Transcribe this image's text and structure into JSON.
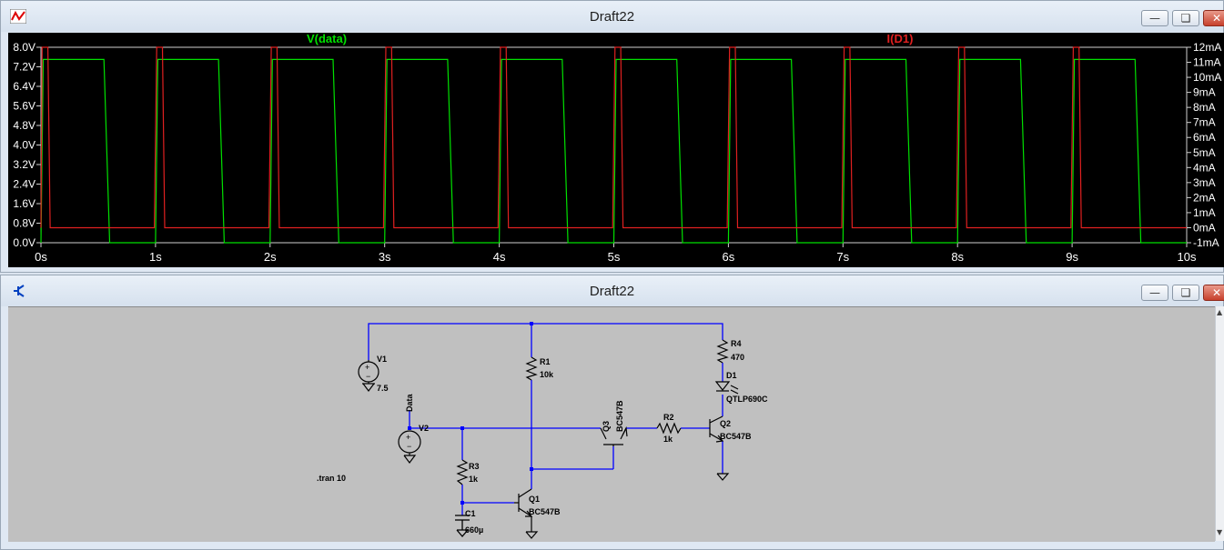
{
  "waveform_window": {
    "title": "Draft22",
    "trace_labels": {
      "left": "V(data)",
      "right": "I(D1)"
    },
    "colors": {
      "vdata": "#00e000",
      "id1": "#e02020",
      "axis": "#d0d0d0",
      "label": "#ffffff"
    }
  },
  "schematic_window": {
    "title": "Draft22",
    "directive": ".tran 10",
    "net_label": "Data",
    "components": {
      "V1": {
        "ref": "V1",
        "value": "7.5"
      },
      "V2": {
        "ref": "V2"
      },
      "R1": {
        "ref": "R1",
        "value": "10k"
      },
      "R2": {
        "ref": "R2",
        "value": "1k"
      },
      "R3": {
        "ref": "R3",
        "value": "1k"
      },
      "R4": {
        "ref": "R4",
        "value": "470"
      },
      "C1": {
        "ref": "C1",
        "value": "660µ"
      },
      "D1": {
        "ref": "D1",
        "value": "QTLP690C"
      },
      "Q1": {
        "ref": "Q1",
        "value": "BC547B"
      },
      "Q2": {
        "ref": "Q2",
        "value": "BC547B"
      },
      "Q3": {
        "ref": "Q3",
        "value": "BC547B"
      }
    },
    "colors": {
      "wire": "#0000ff",
      "part": "#000000",
      "text": "#000000",
      "bg": "#c0c0c0"
    }
  },
  "chart_data": {
    "type": "line",
    "title": "",
    "xlabel": "",
    "ylabel": "",
    "x_ticks": [
      "0s",
      "1s",
      "2s",
      "3s",
      "4s",
      "5s",
      "6s",
      "7s",
      "8s",
      "9s",
      "10s"
    ],
    "y_left_ticks": [
      "8.0V",
      "7.2V",
      "6.4V",
      "5.6V",
      "4.8V",
      "4.0V",
      "3.2V",
      "2.4V",
      "1.6V",
      "0.8V",
      "0.0V"
    ],
    "y_right_ticks": [
      "12mA",
      "11mA",
      "10mA",
      "9mA",
      "8mA",
      "7mA",
      "6mA",
      "5mA",
      "4mA",
      "3mA",
      "2mA",
      "1mA",
      "0mA",
      "-1mA"
    ],
    "xlim": [
      0,
      10
    ],
    "ylim_left": [
      0,
      8.0
    ],
    "ylim_right": [
      -1,
      12
    ],
    "series": [
      {
        "name": "V(data)",
        "axis": "left",
        "x": [
          0,
          0.02,
          0.55,
          0.6,
          1.0,
          1.02,
          1.55,
          1.6,
          2.0,
          2.02,
          2.55,
          2.6,
          3.0,
          3.02,
          3.55,
          3.6,
          4.0,
          4.02,
          4.55,
          4.6,
          5.0,
          5.02,
          5.55,
          5.6,
          6.0,
          6.02,
          6.55,
          6.6,
          7.0,
          7.02,
          7.55,
          7.6,
          8.0,
          8.02,
          8.55,
          8.6,
          9.0,
          9.02,
          9.55,
          9.6,
          10.0
        ],
        "y": [
          0,
          7.5,
          7.5,
          0,
          0,
          7.5,
          7.5,
          0,
          0,
          7.5,
          7.5,
          0,
          0,
          7.5,
          7.5,
          0,
          0,
          7.5,
          7.5,
          0,
          0,
          7.5,
          7.5,
          0,
          0,
          7.5,
          7.5,
          0,
          0,
          7.5,
          7.5,
          0,
          0,
          7.5,
          7.5,
          0,
          0,
          7.5,
          7.5,
          0,
          0
        ]
      },
      {
        "name": "I(D1)",
        "axis": "right",
        "x": [
          0,
          0.01,
          0.06,
          0.08,
          0.99,
          1.01,
          1.06,
          1.08,
          1.99,
          2.01,
          2.06,
          2.08,
          2.99,
          3.01,
          3.06,
          3.08,
          3.99,
          4.01,
          4.06,
          4.08,
          4.99,
          5.01,
          5.06,
          5.08,
          5.99,
          6.01,
          6.06,
          6.08,
          6.99,
          7.01,
          7.06,
          7.08,
          7.99,
          8.01,
          8.06,
          8.08,
          8.99,
          9.01,
          9.06,
          9.08,
          10.0
        ],
        "y": [
          0,
          12,
          12,
          0,
          0,
          12,
          12,
          0,
          0,
          12,
          12,
          0,
          0,
          12,
          12,
          0,
          0,
          12,
          12,
          0,
          0,
          12,
          12,
          0,
          0,
          12,
          12,
          0,
          0,
          12,
          12,
          0,
          0,
          12,
          12,
          0,
          0,
          12,
          12,
          0,
          0
        ]
      }
    ]
  }
}
